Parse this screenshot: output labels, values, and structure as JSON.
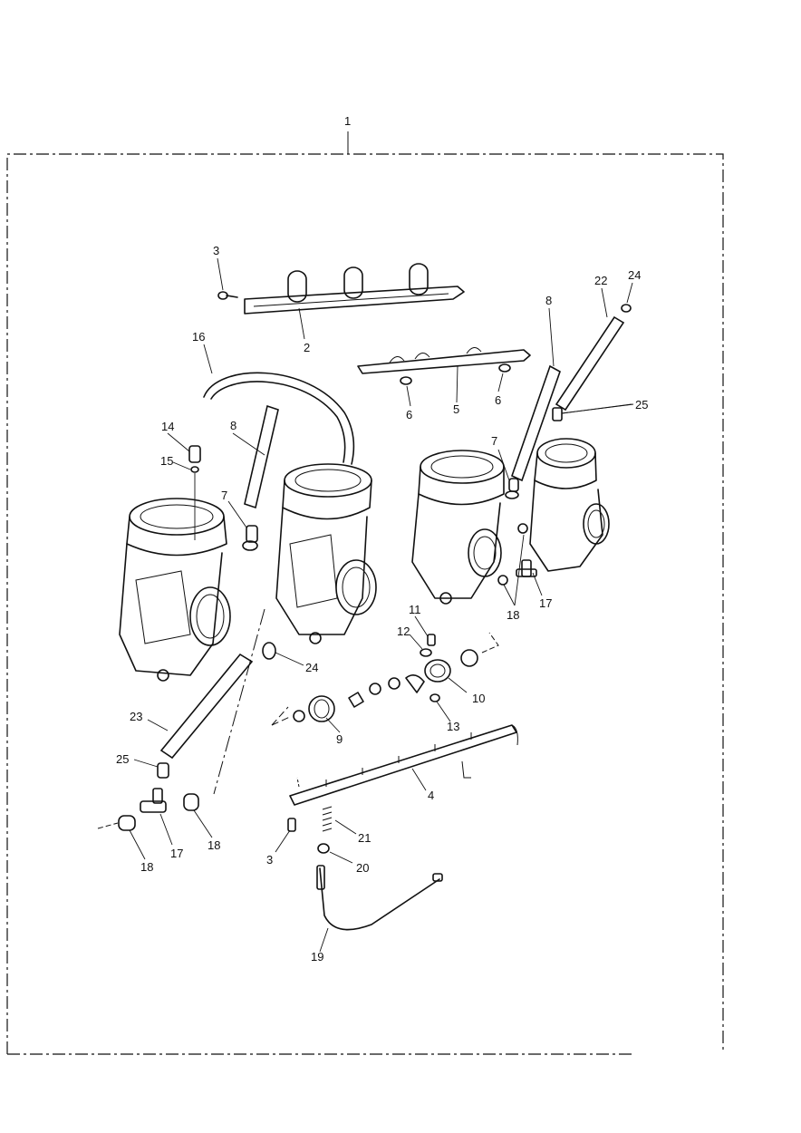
{
  "diagram": {
    "callouts": {
      "c1": "1",
      "c2": "2",
      "c3a": "3",
      "c3b": "3",
      "c4": "4",
      "c5": "5",
      "c6a": "6",
      "c6b": "6",
      "c7a": "7",
      "c7b": "7",
      "c8a": "8",
      "c8b": "8",
      "c9": "9",
      "c10": "10",
      "c11": "11",
      "c12": "12",
      "c13": "13",
      "c14": "14",
      "c15": "15",
      "c16": "16",
      "c17a": "17",
      "c17b": "17",
      "c18a": "18",
      "c18b": "18",
      "c18c": "18",
      "c19": "19",
      "c20": "20",
      "c21": "21",
      "c22": "22",
      "c23": "23",
      "c24a": "24",
      "c24b": "24",
      "c25a": "25",
      "c25b": "25"
    }
  }
}
